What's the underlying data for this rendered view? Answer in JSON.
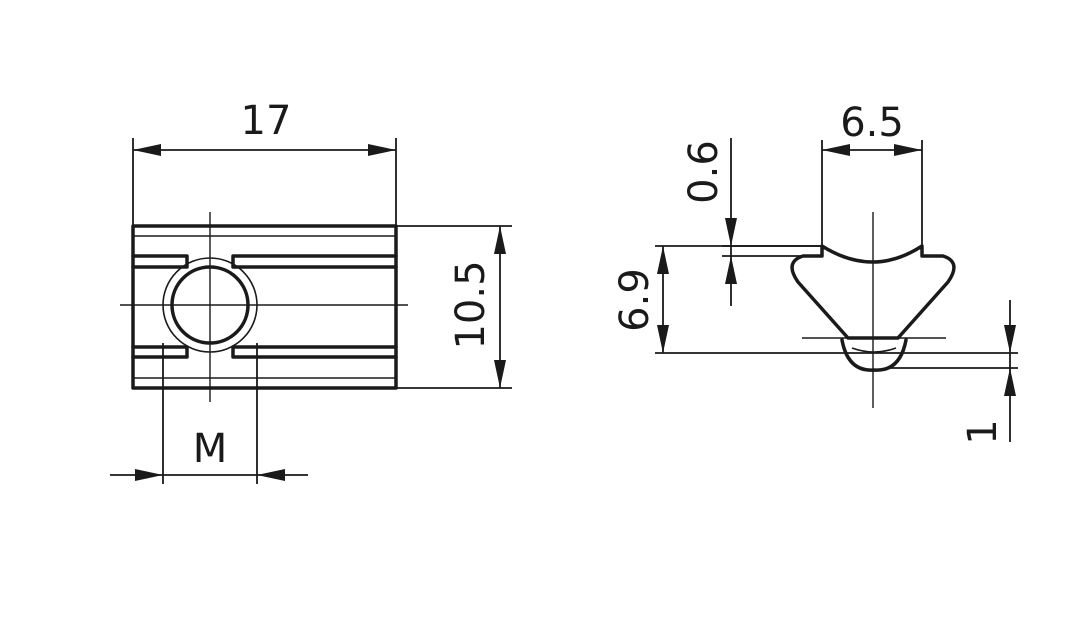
{
  "dimensions": {
    "width_17": "17",
    "height_10_5": "10.5",
    "thread_m": "M",
    "top_6_5": "6.5",
    "top_0_6": "0.6",
    "height_6_9": "6.9",
    "bottom_1": "1"
  },
  "colors": {
    "line": "#1a1a1a",
    "background": "#ffffff"
  }
}
